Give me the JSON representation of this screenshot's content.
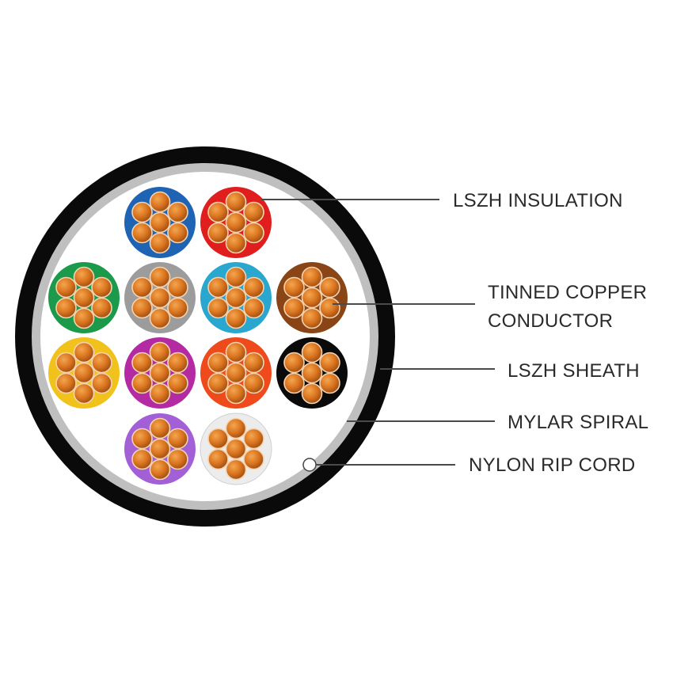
{
  "labels": {
    "insulation": "LSZH INSULATION",
    "conductor_line1": "TINNED COPPER",
    "conductor_line2": "CONDUCTOR",
    "sheath": "LSZH SHEATH",
    "mylar": "MYLAR SPIRAL",
    "ripcord": "NYLON RIP CORD"
  },
  "colors": {
    "outer_sheath": "#0a0a0a",
    "mylar_ring": "#bfbfbf",
    "filler": "#ffffff",
    "copper": "#d9741f",
    "copper_edge": "#f4d3b0",
    "leader_line": "#4a4a4a",
    "text": "#2a2a2a"
  },
  "cores": [
    {
      "name": "blue",
      "color": "#1f63b5"
    },
    {
      "name": "red",
      "color": "#e01e1e"
    },
    {
      "name": "green",
      "color": "#1a9a4a"
    },
    {
      "name": "grey",
      "color": "#9c9c9c"
    },
    {
      "name": "cyan",
      "color": "#2aa7cf"
    },
    {
      "name": "brown",
      "color": "#8a4516"
    },
    {
      "name": "yellow",
      "color": "#f1c21b"
    },
    {
      "name": "magenta",
      "color": "#b42aa3"
    },
    {
      "name": "orange",
      "color": "#ee4a1c"
    },
    {
      "name": "black",
      "color": "#0a0a0a"
    },
    {
      "name": "violet",
      "color": "#a35fd6"
    },
    {
      "name": "white",
      "color": "#ececec"
    }
  ]
}
